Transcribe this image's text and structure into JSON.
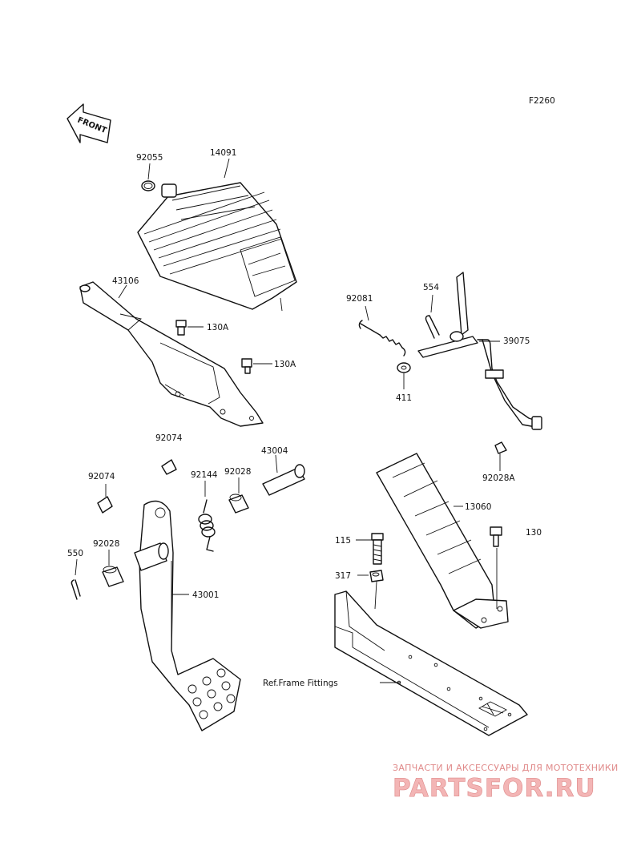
{
  "figure_code": "F2260",
  "front_label": "FRONT",
  "parts": {
    "p92055": "92055",
    "p14091": "14091",
    "p43106": "43106",
    "p130A_1": "130A",
    "p130A_2": "130A",
    "p92081": "92081",
    "p554": "554",
    "p39075": "39075",
    "p411": "411",
    "p92074_a": "92074",
    "p92074_b": "92074",
    "p92144": "92144",
    "p92028_a": "92028",
    "p43004": "43004",
    "p92028A": "92028A",
    "p13060": "13060",
    "p130": "130",
    "p115": "115",
    "p317": "317",
    "p550": "550",
    "p92028_b": "92028",
    "p43001": "43001",
    "ref_frame": "Ref.Frame Fittings"
  },
  "watermark": {
    "tagline": "ЗАПЧАСТИ И АКСЕССУАРЫ ДЛЯ МОТОТЕХНИКИ",
    "brand": "PARTSFOR.RU"
  }
}
